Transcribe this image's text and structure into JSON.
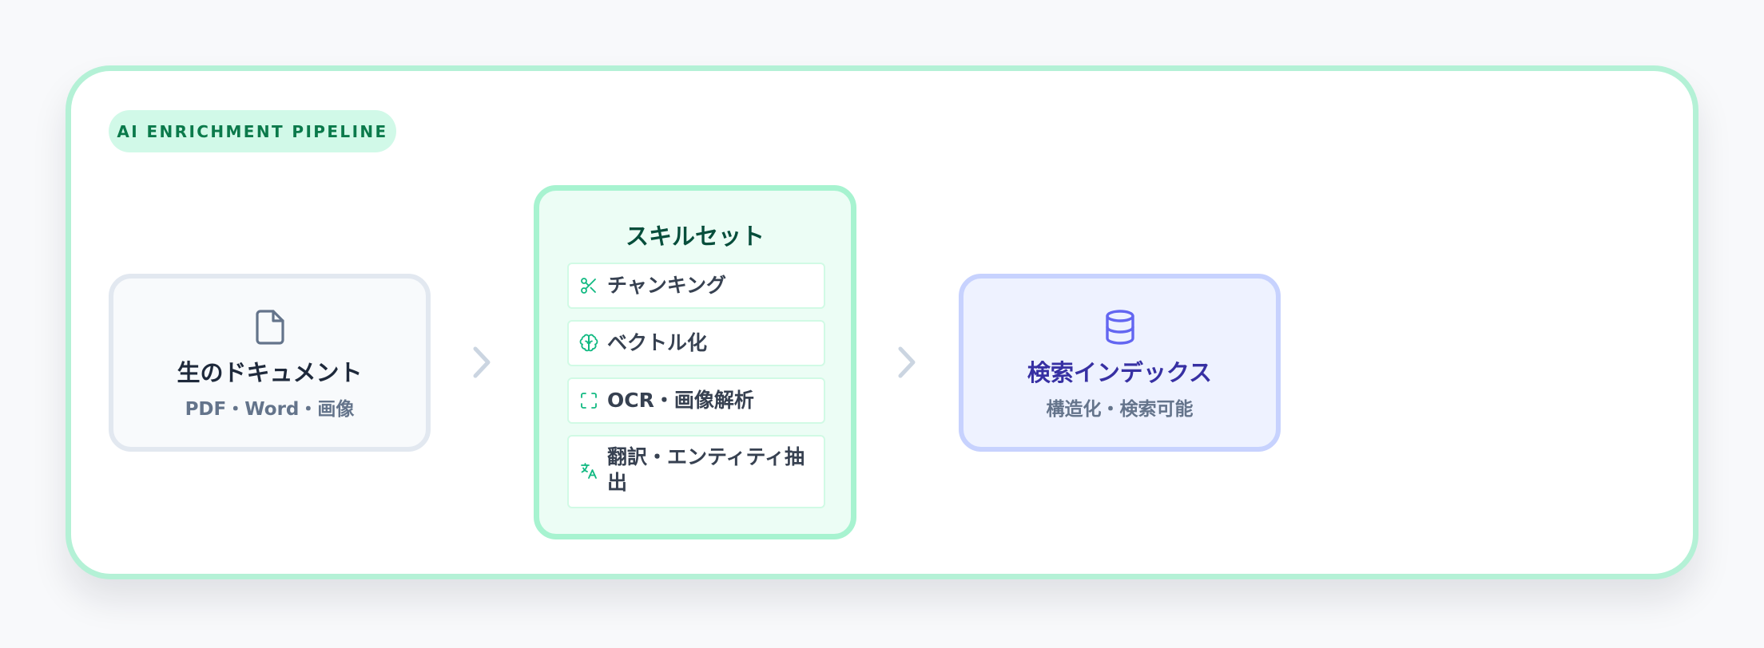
{
  "badge": "AI ENRICHMENT PIPELINE",
  "source": {
    "icon": "document-icon",
    "title": "生のドキュメント",
    "subtitle": "PDF・Word・画像"
  },
  "skillset": {
    "title": "スキルセット",
    "skills": [
      {
        "icon": "scissors-icon",
        "label": "チャンキング"
      },
      {
        "icon": "brain-icon",
        "label": "ベクトル化"
      },
      {
        "icon": "scan-icon",
        "label": "OCR・画像解析"
      },
      {
        "icon": "translate-icon",
        "label": "翻訳・エンティティ抽出"
      }
    ]
  },
  "index": {
    "icon": "database-icon",
    "title": "検索インデックス",
    "subtitle": "構造化・検索可能"
  },
  "colors": {
    "accent_green": "#10b981",
    "frame_border": "#b4f1d6",
    "skillset_bg": "#ecfdf5",
    "index_accent": "#6366f1",
    "source_icon": "#64748b",
    "arrow": "#cbd5e1"
  }
}
